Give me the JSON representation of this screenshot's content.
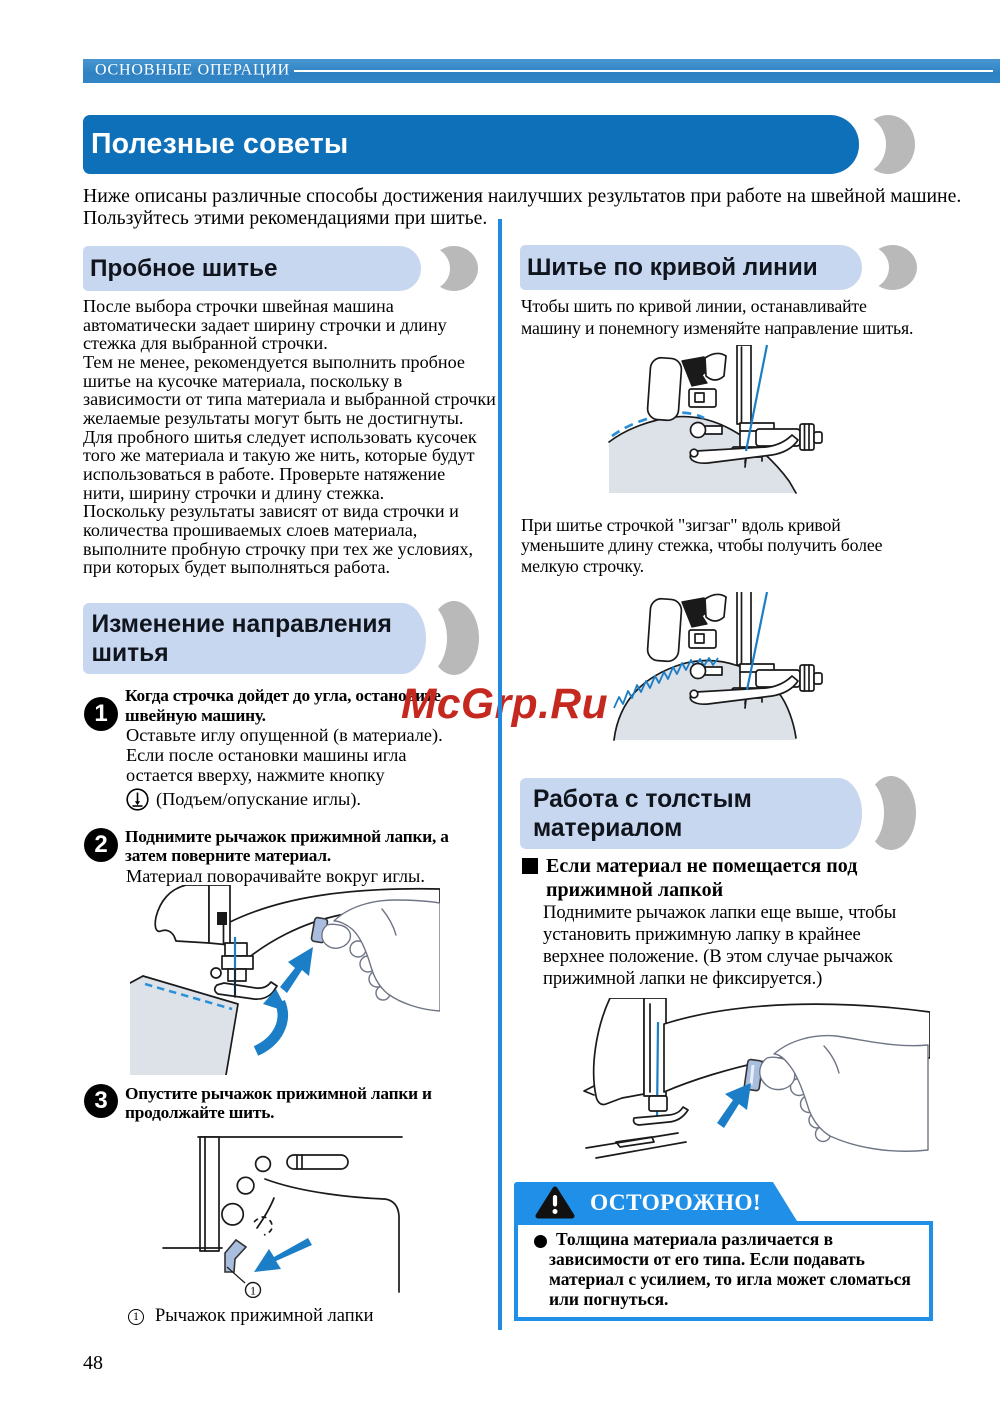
{
  "page": {
    "kicker": "ОСНОВНЫЕ ОПЕРАЦИИ",
    "title": "Полезные советы",
    "intro": "Ниже описаны различные способы достижения наилучших результатов при работе на швейной машине.\nПользуйтесь этими рекомендациями при шитье.",
    "page_number": "48",
    "watermark": "McGrp.Ru"
  },
  "left": {
    "trial": {
      "heading": "Пробное шитье",
      "body": "После выбора строчки швейная машина\nавтоматически задает ширину строчки и длину\nстежка для выбранной строчки.\nТем не менее, рекомендуется выполнить пробное\nшитье на кусочке материала, поскольку в\nзависимости от типа материала и выбранной строчки\nжелаемые результаты могут быть не достигнуты.\nДля пробного шитья следует использовать кусочек\nтого же материала и такую же нить, которые будут\nиспользоваться в работе. Проверьте натяжение\nнити, ширину строчки и длину стежка.\nПоскольку результаты зависят от вида строчки и\nколичества прошиваемых слоев материала,\nвыполните пробную строчку при тех же условиях,\nпри которых будет выполняться работа."
    },
    "direction": {
      "heading": "Изменение направления\nшитья",
      "step1": {
        "num": "1",
        "bold": "Когда строчка дойдет до угла, остановите\nшвейную машину.",
        "body": "Оставьте иглу опущенной (в материале).\nЕсли после остановки машины игла\nостается вверху, нажмите кнопку",
        "icon_line": "(Подъем/опускание иглы)."
      },
      "step2": {
        "num": "2",
        "bold": "Поднимите рычажок прижимной лапки, а\nзатем поверните материал.",
        "body": "Материал поворачивайте вокруг иглы."
      },
      "step3": {
        "num": "3",
        "bold": "Опустите рычажок прижимной лапки и\nпродолжайте шить."
      },
      "caption_num": "1",
      "caption": "Рычажок прижимной лапки"
    }
  },
  "right": {
    "curve": {
      "heading": "Шитье по кривой линии",
      "p1": "Чтобы шить по кривой линии, останавливайте\nмашину и понемногу изменяйте направление шитья.",
      "p2": "При шитье строчкой \"зигзаг\" вдоль кривой\nуменьшите длину стежка, чтобы получить более\nмелкую строчку."
    },
    "thick": {
      "heading": "Работа с толстым\nматериалом",
      "bullet_heading": "Если материал не помещается под\nприжимной лапкой",
      "body": "Поднимите рычажок лапки еще выше, чтобы\nустановить прижимную лапку в крайнее\nверхнее положение. (В этом случае рычажок\nприжимной лапки не фиксируется.)"
    },
    "caution": {
      "title": "ОСТОРОЖНО!",
      "body": "Толщина материала различается в\nзависимости от его типа. Если подавать\nматериал с усилием, то игла может сломаться\nили погнуться."
    }
  },
  "colors": {
    "banner_blue": "#0e70b8",
    "kicker_blue": "#2e82c3",
    "pill_blue": "#c8d7f0",
    "moon_gray": "#b9b9b9",
    "divider_blue": "#2089e0",
    "caution_blue": "#1f8fe8",
    "watermark_red": "#c5281e",
    "accent_blue": "#1b7ec6"
  }
}
